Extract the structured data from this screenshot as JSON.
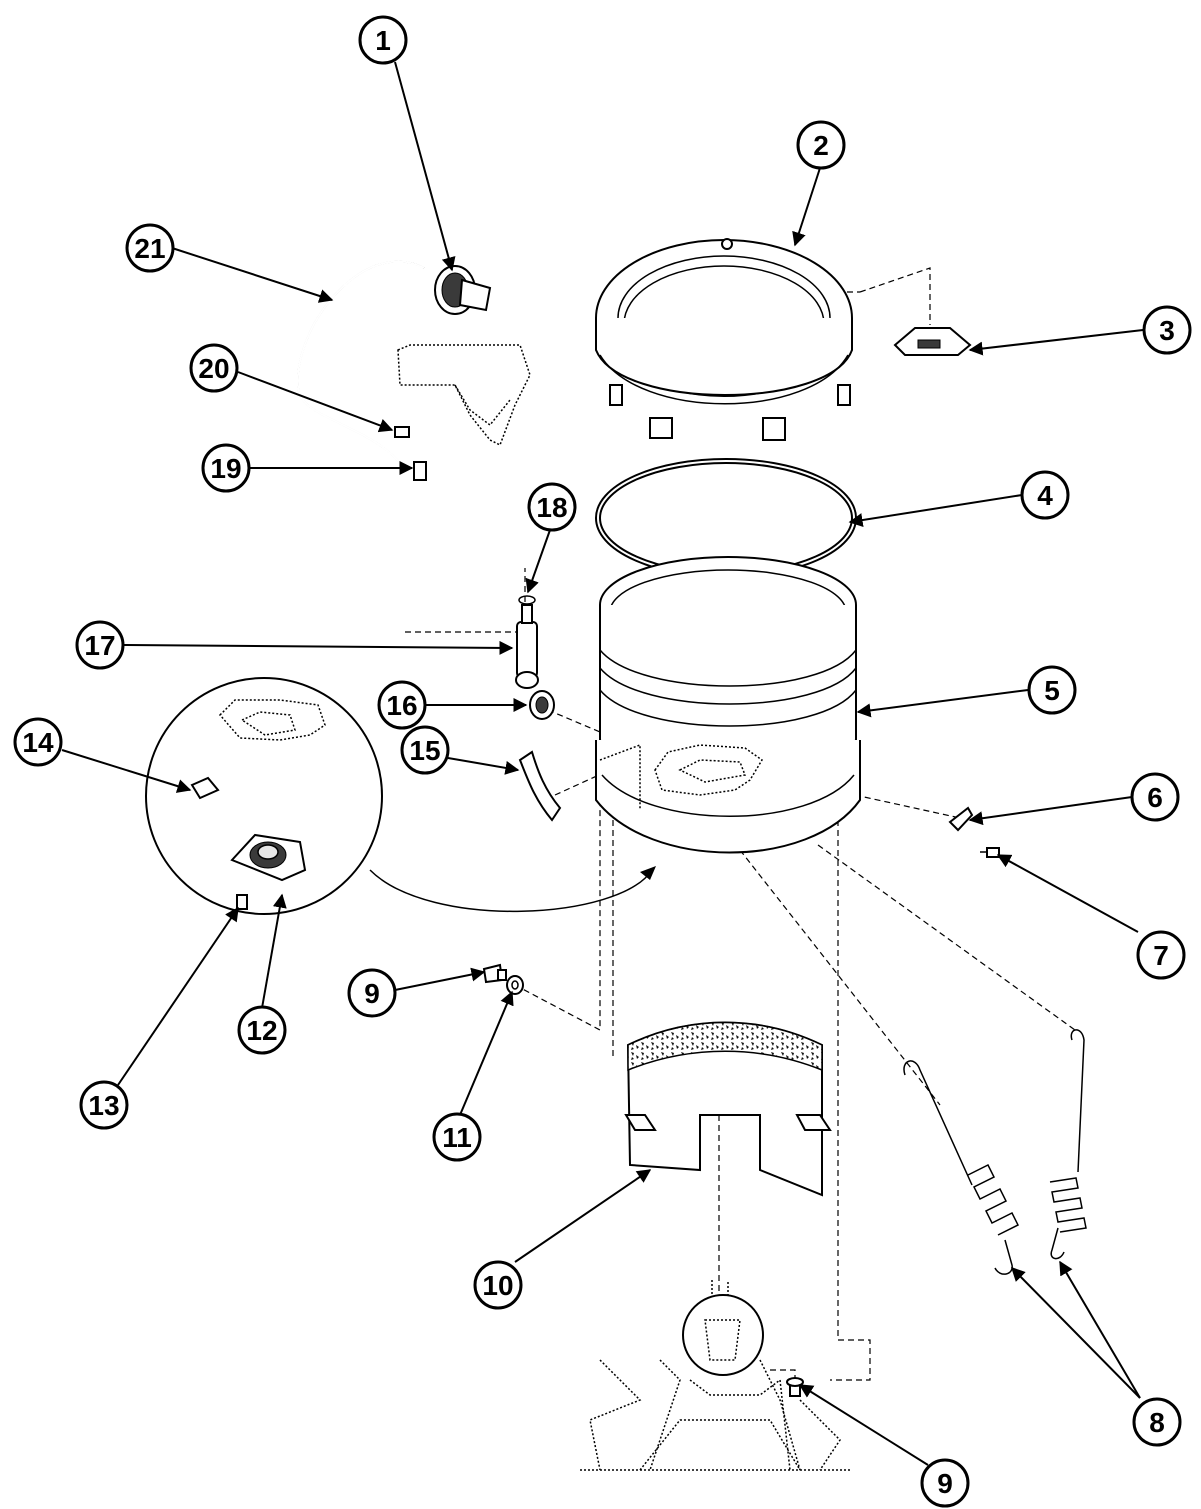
{
  "callouts": [
    {
      "id": "c1",
      "label": "1"
    },
    {
      "id": "c2",
      "label": "2"
    },
    {
      "id": "c3",
      "label": "3"
    },
    {
      "id": "c4",
      "label": "4"
    },
    {
      "id": "c5",
      "label": "5"
    },
    {
      "id": "c6",
      "label": "6"
    },
    {
      "id": "c7",
      "label": "7"
    },
    {
      "id": "c8",
      "label": "8"
    },
    {
      "id": "c9a",
      "label": "9"
    },
    {
      "id": "c9b",
      "label": "9"
    },
    {
      "id": "c10",
      "label": "10"
    },
    {
      "id": "c11",
      "label": "11"
    },
    {
      "id": "c12",
      "label": "12"
    },
    {
      "id": "c13",
      "label": "13"
    },
    {
      "id": "c14",
      "label": "14"
    },
    {
      "id": "c15",
      "label": "15"
    },
    {
      "id": "c16",
      "label": "16"
    },
    {
      "id": "c17",
      "label": "17"
    },
    {
      "id": "c18",
      "label": "18"
    },
    {
      "id": "c19",
      "label": "19"
    },
    {
      "id": "c20",
      "label": "20"
    },
    {
      "id": "c21",
      "label": "21"
    }
  ]
}
